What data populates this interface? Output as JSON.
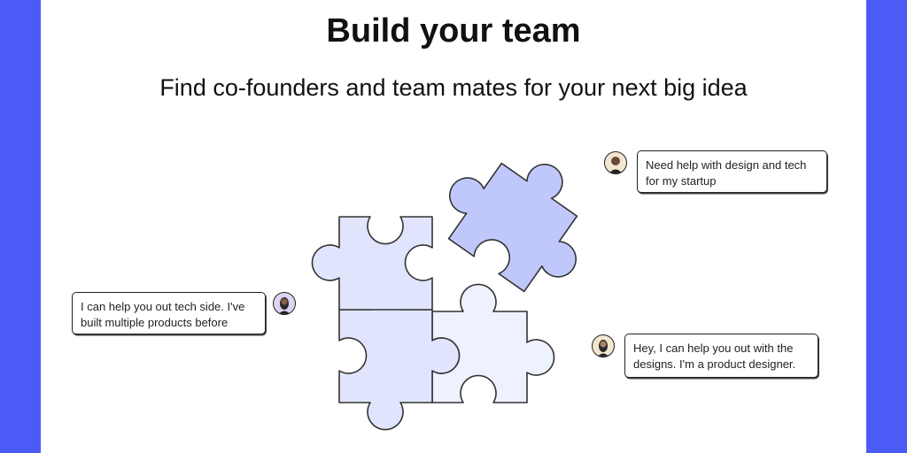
{
  "header": {
    "title": "Build your team",
    "subtitle": "Find co-founders and team mates for your next big idea"
  },
  "messages": [
    {
      "id": "top-right",
      "text_lines": [
        "Need help with design and tech",
        "for my startup"
      ]
    },
    {
      "id": "left",
      "text_lines": [
        "I can help you out tech side. I've",
        "built multiple products before"
      ]
    },
    {
      "id": "bottom-right",
      "text_lines": [
        "Hey, I can help you out with the",
        "designs. I'm a product designer."
      ]
    }
  ],
  "colors": {
    "brand": "#4b5cf6",
    "piece_light": "#e0e5fd",
    "piece_lighter": "#eef1fe",
    "piece_accent": "#c0c8fb"
  }
}
